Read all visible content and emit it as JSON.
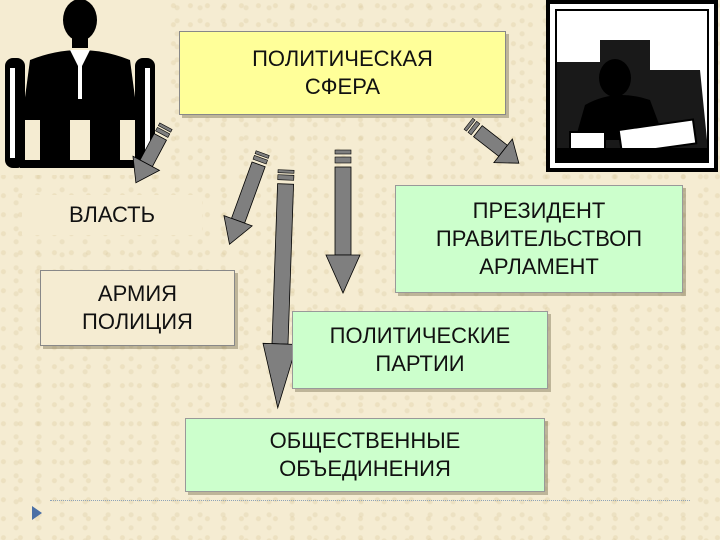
{
  "boxes": {
    "sphere": {
      "lines": [
        "ПОЛИТИЧЕСКАЯ",
        "СФЕРА"
      ]
    },
    "power": {
      "lines": [
        "ВЛАСТЬ"
      ]
    },
    "army": {
      "lines": [
        "АРМИЯ",
        "ПОЛИЦИЯ"
      ]
    },
    "gov": {
      "lines": [
        "ПРЕЗИДЕНТ",
        "ПРАВИТЕЛЬСТВОП",
        "АРЛАМЕНТ"
      ]
    },
    "parties": {
      "lines": [
        "ПОЛИТИЧЕСКИЕ",
        "ПАРТИИ"
      ]
    },
    "unions": {
      "lines": [
        "ОБЩЕСТВЕННЫЕ",
        "ОБЪЕДИНЕНИЯ"
      ]
    }
  },
  "icons": {
    "left": "businessman-at-desk-icon",
    "right": "man-on-phone-icon"
  },
  "colors": {
    "yellow_box": "#ffff99",
    "green_box": "#ccffcc",
    "arrow_fill": "#7f7f7f",
    "background": "#f5ecd2"
  }
}
